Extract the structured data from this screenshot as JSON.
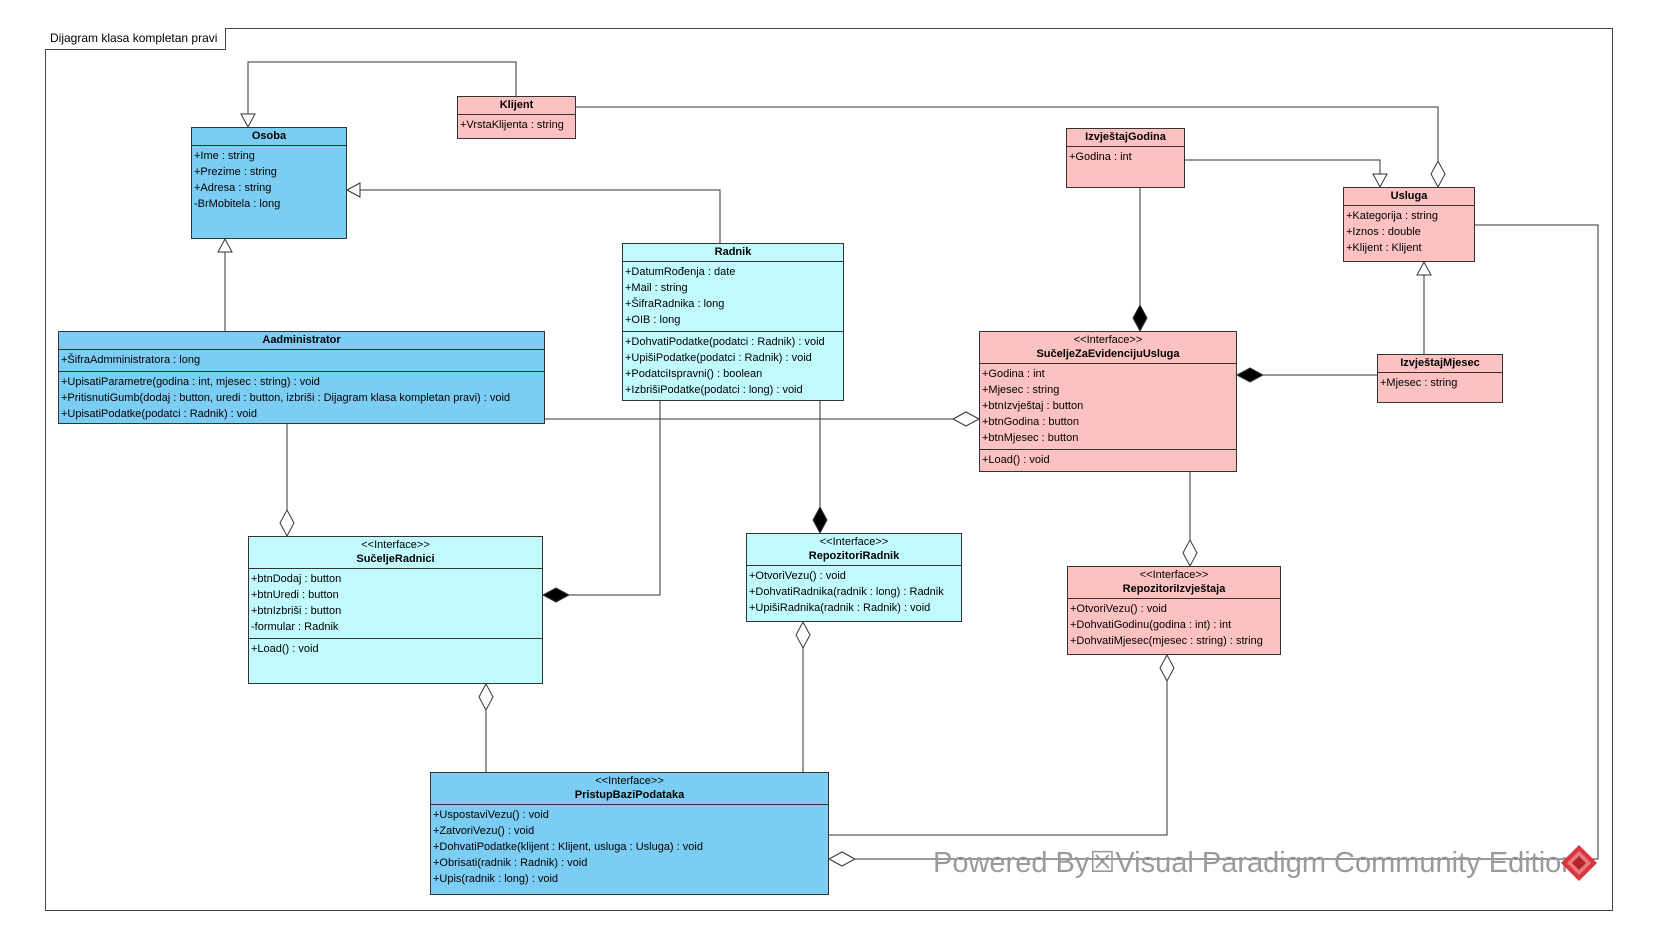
{
  "frame": {
    "title": "Dijagram klasa kompletan pravi"
  },
  "classes": {
    "klijent": {
      "name": "Klijent",
      "attrs": [
        "+VrstaKlijenta : string"
      ]
    },
    "osoba": {
      "name": "Osoba",
      "attrs": [
        "+Ime : string",
        "+Prezime : string",
        "+Adresa : string",
        "-BrMobitela : long"
      ]
    },
    "radnik": {
      "name": "Radnik",
      "attrs": [
        "+DatumRođenja : date",
        "+Mail : string",
        "+ŠifraRadnika : long",
        "+OIB : long"
      ],
      "ops": [
        "+DohvatiPodatke(podatci : Radnik) : void",
        "+UpišiPodatke(podatci : Radnik) : void",
        "+PodatciIspravni() : boolean",
        "+IzbrišiPodatke(podatci : long) : void"
      ]
    },
    "aadministrator": {
      "name": "Aadministrator",
      "attrs": [
        "+ŠifraAdmministratora : long"
      ],
      "ops": [
        "+UpisatiParametre(godina : int, mjesec : string) : void",
        "+PritisnutiGumb(dodaj : button, uredi : button, izbriši : Dijagram klasa kompletan pravi) : void",
        "+UpisatiPodatke(podatci : Radnik) : void"
      ]
    },
    "izvjestajGodina": {
      "name": "IzvještajGodina",
      "attrs": [
        "+Godina : int"
      ]
    },
    "usluga": {
      "name": "Usluga",
      "attrs": [
        "+Kategorija : string",
        "+Iznos : double",
        "+Klijent : Klijent"
      ]
    },
    "sucEvid": {
      "stereotype": "<<Interface>>",
      "name": "SučeljeZaEvidencijuUsluga",
      "attrs": [
        "+Godina : int",
        "+Mjesec : string",
        "+btnIzvještaj : button",
        "+btnGodina : button",
        "+btnMjesec : button"
      ],
      "ops": [
        "+Load() : void"
      ]
    },
    "izvjestajMjesec": {
      "name": "IzvještajMjesec",
      "attrs": [
        "+Mjesec : string"
      ]
    },
    "sucRadnici": {
      "stereotype": "<<Interface>>",
      "name": "SučeljeRadnici",
      "attrs": [
        "+btnDodaj : button",
        "+btnUredi : button",
        "+btnIzbriši : button",
        "-formular : Radnik"
      ],
      "ops": [
        "+Load() : void"
      ]
    },
    "repoRadnik": {
      "stereotype": "<<Interface>>",
      "name": "RepozitoriRadnik",
      "ops": [
        "+OtvoriVezu() : void",
        "+DohvatiRadnika(radnik : long) : Radnik",
        "+UpišiRadnika(radnik : Radnik) : void"
      ]
    },
    "repoIzvj": {
      "stereotype": "<<Interface>>",
      "name": "RepozitoriIzvještaja",
      "ops": [
        "+OtvoriVezu() : void",
        "+DohvatiGodinu(godina : int) : int",
        "+DohvatiMjesec(mjesec : string) : string"
      ]
    },
    "pristup": {
      "stereotype": "<<Interface>>",
      "name": "PristupBaziPodataka",
      "ops": [
        "+UspostaviVezu() : void",
        "+ZatvoriVezu() : void",
        "+DohvatiPodatke(klijent : Klijent, usluga : Usluga) : void",
        "+Obrisati(radnik : Radnik) : void",
        "+Upis(radnik : long) : void"
      ]
    }
  },
  "watermark": "Powered By☒Visual Paradigm Community Edition",
  "colors": {
    "blue": "#7ccdf4",
    "cyan": "#c0fafd",
    "pink": "#fcc1c1",
    "line": "#333333"
  }
}
